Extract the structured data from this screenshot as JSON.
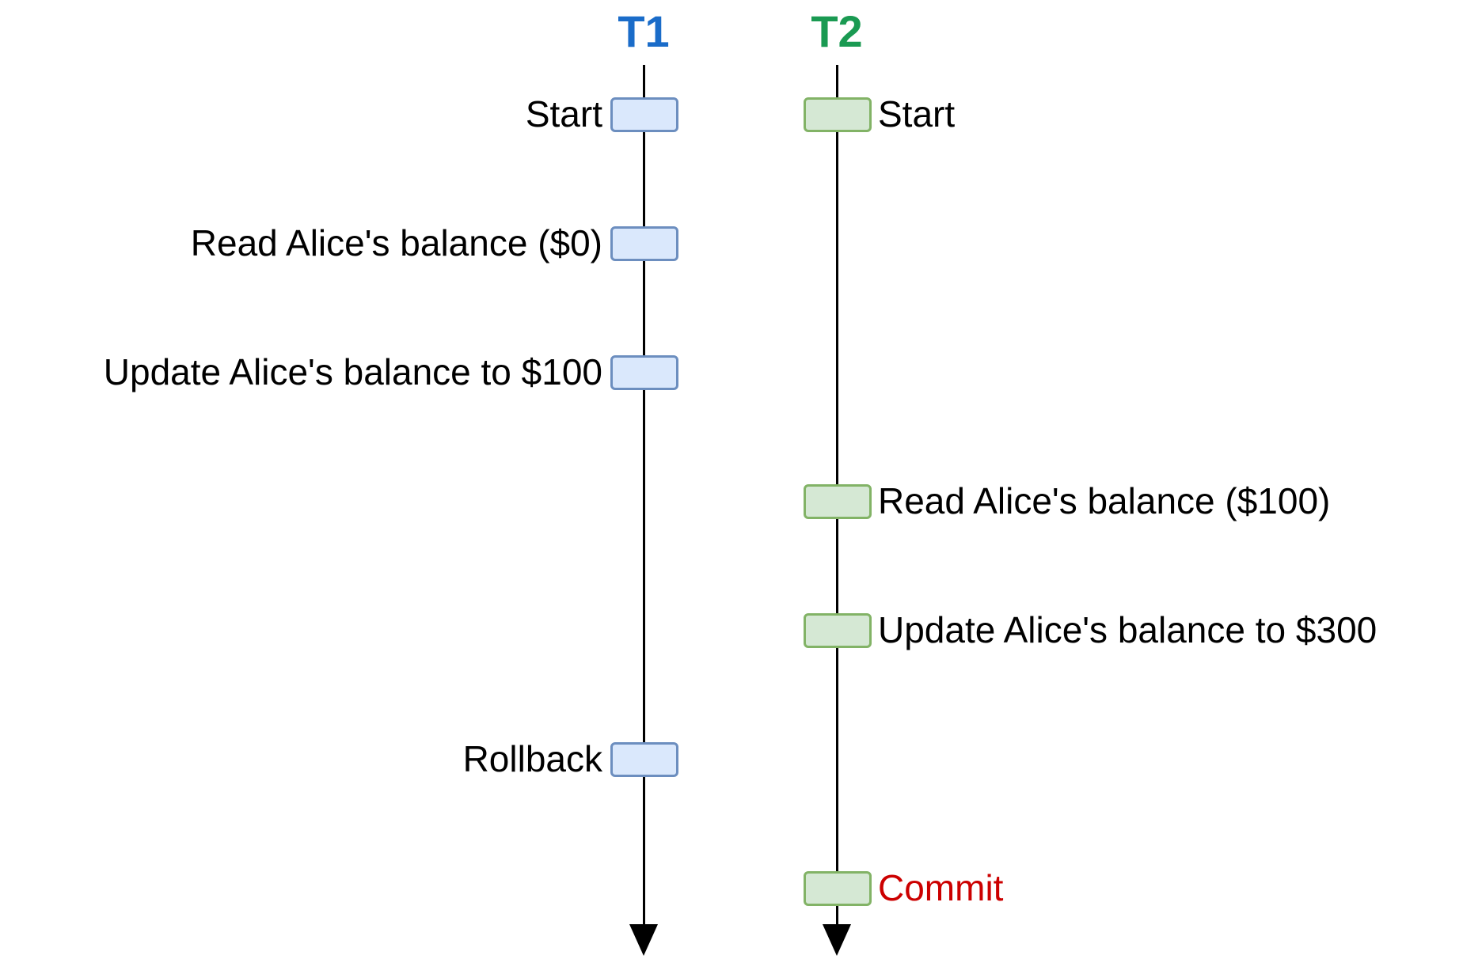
{
  "colors": {
    "t1_header": "#1a6cc9",
    "t1_box_fill": "#dae8fc",
    "t1_box_border": "#6c8ebf",
    "t2_header": "#1a9a52",
    "t2_box_fill": "#d5e8d4",
    "t2_box_border": "#82b366",
    "commit_text": "#cc0000",
    "line": "#000000"
  },
  "transactions": [
    {
      "id": "t1",
      "name": "T1",
      "side": "left",
      "steps": [
        {
          "label": "Start",
          "order": 0
        },
        {
          "label": "Read Alice's balance ($0)",
          "order": 1
        },
        {
          "label": "Update Alice's balance to $100",
          "order": 2
        },
        {
          "label": "Rollback",
          "order": 5
        }
      ]
    },
    {
      "id": "t2",
      "name": "T2",
      "side": "right",
      "steps": [
        {
          "label": "Start",
          "order": 0
        },
        {
          "label": "Read Alice's balance ($100)",
          "order": 3
        },
        {
          "label": "Update Alice's balance to $300",
          "order": 4
        },
        {
          "label": "Commit",
          "order": 6,
          "highlight": true
        }
      ]
    }
  ]
}
